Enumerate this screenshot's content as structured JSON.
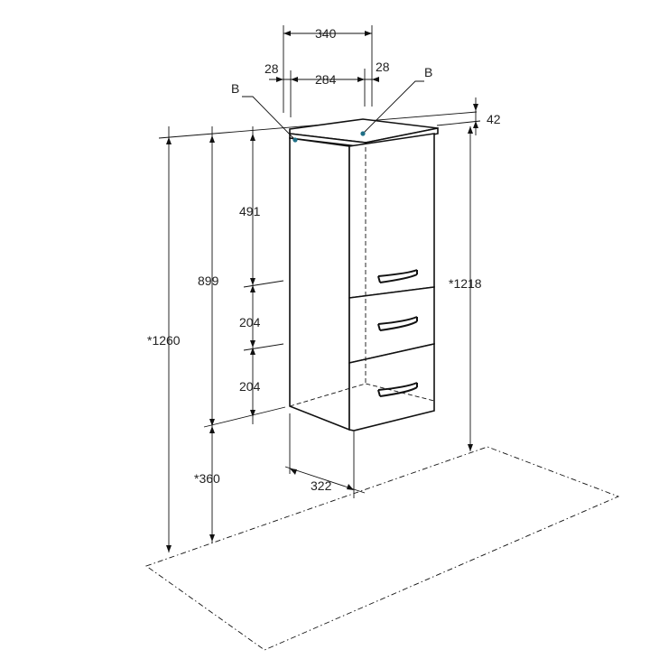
{
  "dimensions": {
    "width_total": "340",
    "side_left": "28",
    "inner_width": "284",
    "side_right": "28",
    "top_thickness": "42",
    "door_height": "491",
    "body_height": "899",
    "drawer_mid": "204",
    "drawer_bottom": "204",
    "overall_height": "*1260",
    "height_right": "*1218",
    "floor_gap": "*360",
    "depth": "322"
  },
  "markers": {
    "left": "B",
    "right": "B"
  },
  "colors": {
    "line": "#111111",
    "marker_dot": "#1f6f86"
  }
}
